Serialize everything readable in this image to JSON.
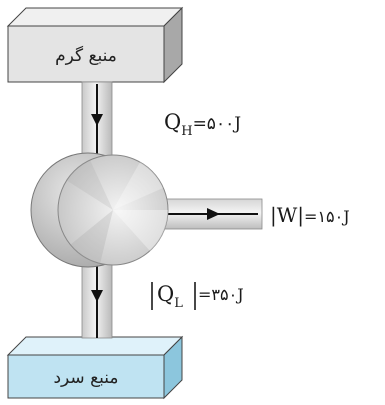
{
  "diagram": {
    "hot_reservoir": {
      "label": "منبع گرم",
      "color": "#e4e4e4"
    },
    "cold_reservoir": {
      "label": "منبع سرد",
      "color": "#bfe3f2"
    },
    "heat_in": {
      "symbol": "Q",
      "subscript": "H",
      "value": "=۵۰۰J"
    },
    "work": {
      "text": "|W|",
      "value": "=۱۵۰J"
    },
    "heat_out": {
      "symbol": "Q",
      "subscript": "L",
      "value": "=۳۵۰J"
    },
    "colors": {
      "pipe": "#dcdcdc",
      "engine": "#d6d6d6",
      "arrow": "#111111"
    }
  }
}
